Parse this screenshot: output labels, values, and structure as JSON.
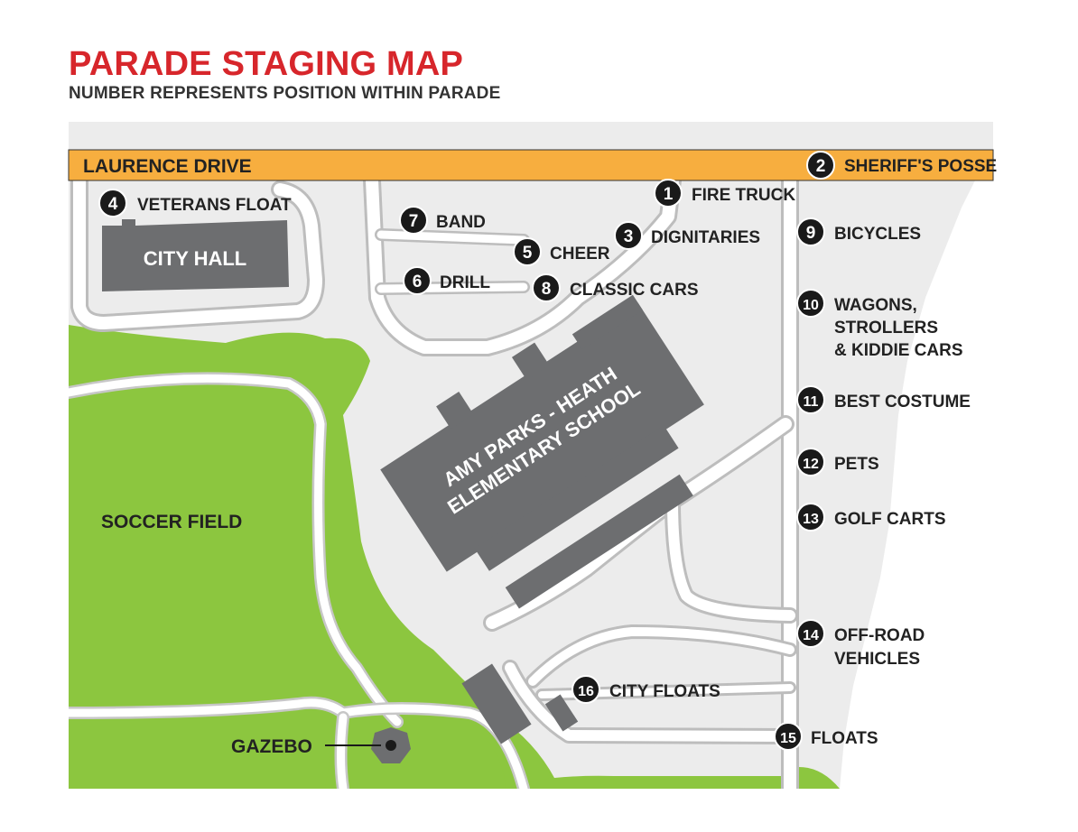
{
  "header": {
    "title": "PARADE STAGING MAP",
    "subtitle": "NUMBER REPRESENTS POSITION WITHIN PARADE"
  },
  "map": {
    "road_name": "LAURENCE DRIVE",
    "buildings": {
      "city_hall": "CITY HALL",
      "school_line1": "AMY PARKS - HEATH",
      "school_line2": "ELEMENTARY SCHOOL"
    },
    "areas": {
      "soccer_field": "SOCCER FIELD",
      "gazebo": "GAZEBO"
    },
    "positions": [
      {
        "number": "1",
        "label": "FIRE TRUCK"
      },
      {
        "number": "2",
        "label": "SHERIFF'S POSSE"
      },
      {
        "number": "3",
        "label": "DIGNITARIES"
      },
      {
        "number": "4",
        "label": "VETERANS FLOAT"
      },
      {
        "number": "5",
        "label": "CHEER"
      },
      {
        "number": "6",
        "label": "DRILL"
      },
      {
        "number": "7",
        "label": "BAND"
      },
      {
        "number": "8",
        "label": "CLASSIC CARS"
      },
      {
        "number": "9",
        "label": "BICYCLES"
      },
      {
        "number": "10",
        "label": "WAGONS,",
        "label2": "STROLLERS",
        "label3": "& KIDDIE CARS"
      },
      {
        "number": "11",
        "label": "BEST COSTUME"
      },
      {
        "number": "12",
        "label": "PETS"
      },
      {
        "number": "13",
        "label": "GOLF CARTS"
      },
      {
        "number": "14",
        "label": "OFF-ROAD",
        "label2": "VEHICLES"
      },
      {
        "number": "15",
        "label": "FLOATS"
      },
      {
        "number": "16",
        "label": "CITY FLOATS"
      }
    ],
    "colors": {
      "title_red": "#d7262b",
      "road_orange": "#f7ae3f",
      "grass_green": "#8cc63f",
      "building_gray": "#6d6e70",
      "ground_gray": "#ececec",
      "marker_black": "#1a1a1a"
    }
  }
}
